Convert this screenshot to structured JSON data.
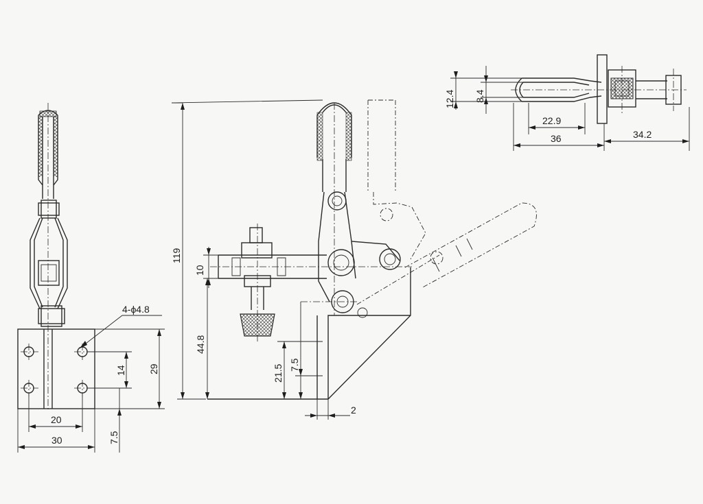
{
  "dimensions": {
    "hole_note": "4-ϕ4.8",
    "base_hole_pitch_x": "20",
    "base_width": "30",
    "base_hole_pitch_y": "14",
    "base_length": "29",
    "base_edge_offset": "7.5",
    "overall_height": "119",
    "spindle_height": "44.8",
    "arm_thickness": "10",
    "pivot_height": "21.5",
    "pivot_offset": "7.5",
    "plate_thickness": "2",
    "top_view_width_outer": "12.4",
    "top_view_width_inner": "8.4",
    "slot_length": "22.9",
    "arm_length": "36",
    "spindle_reach": "34.2"
  }
}
